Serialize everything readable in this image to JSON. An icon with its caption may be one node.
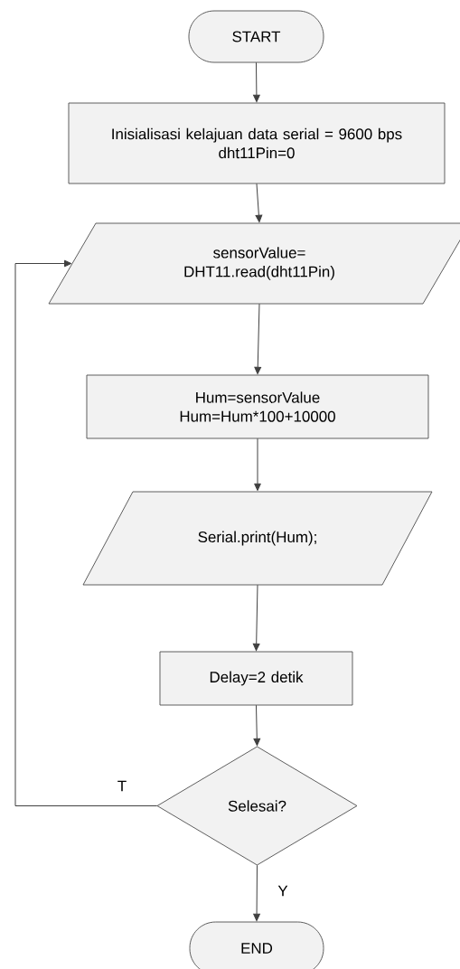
{
  "diagram": {
    "nodes": [
      {
        "text": [
          "START"
        ]
      },
      {
        "text": [
          "Inisialisasi kelajuan data serial = 9600 bps",
          "dht11Pin=0"
        ]
      },
      {
        "text": [
          "sensorValue= DHT11.read(dht11Pin)"
        ]
      },
      {
        "text": [
          "Hum=sensorValue",
          "Hum=Hum*100+10000"
        ]
      },
      {
        "text": [
          "Serial.print(Hum);"
        ]
      },
      {
        "text": [
          "Delay=2 detik"
        ]
      },
      {
        "text": [
          "Selesai?"
        ]
      },
      {
        "text": [
          "END"
        ]
      }
    ],
    "edges": [
      {
        "from": 0,
        "to": 1,
        "arrow": "to"
      },
      {
        "from": 1,
        "to": 2,
        "arrow": "to"
      },
      {
        "from": 2,
        "to": 3,
        "arrow": "to"
      },
      {
        "from": 3,
        "to": 4,
        "arrow": "to"
      },
      {
        "from": 4,
        "to": 5,
        "arrow": "to"
      },
      {
        "from": 5,
        "to": 6,
        "arrow": "to"
      },
      {
        "from": 6,
        "to": 7,
        "label": "Y",
        "arrow": "to"
      },
      {
        "from": 6,
        "to": 2,
        "label": "T",
        "arrow": "to"
      }
    ]
  }
}
